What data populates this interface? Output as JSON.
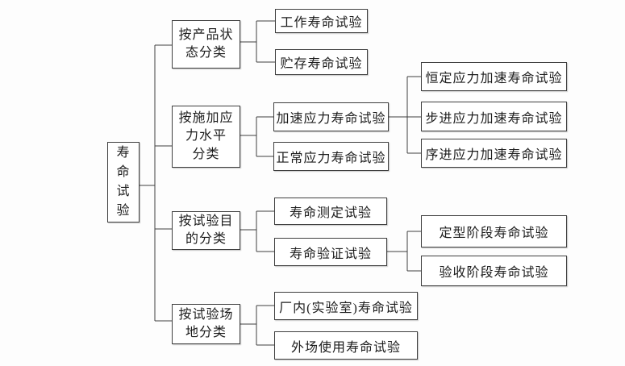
{
  "tree": {
    "root": {
      "label": "寿命试验"
    },
    "branches": [
      {
        "label": "按产品状态分类",
        "lines": [
          "按产品状",
          "态分类"
        ],
        "children": [
          {
            "label": "工作寿命试验"
          },
          {
            "label": "贮存寿命试验"
          }
        ]
      },
      {
        "label": "按施加应力水平分类",
        "lines": [
          "按施加应",
          "力水平",
          "分类"
        ],
        "children": [
          {
            "label": "加速应力寿命试验",
            "children": [
              {
                "label": "恒定应力加速寿命试验"
              },
              {
                "label": "步进应力加速寿命试验"
              },
              {
                "label": "序进应力加速寿命试验"
              }
            ]
          },
          {
            "label": "正常应力寿命试验"
          }
        ]
      },
      {
        "label": "按试验目的分类",
        "lines": [
          "按试验目",
          "的分类"
        ],
        "children": [
          {
            "label": "寿命测定试验"
          },
          {
            "label": "寿命验证试验",
            "children": [
              {
                "label": "定型阶段寿命试验"
              },
              {
                "label": "验收阶段寿命试验"
              }
            ]
          }
        ]
      },
      {
        "label": "按试验场地分类",
        "lines": [
          "按试验场",
          "地分类"
        ],
        "children": [
          {
            "label": "厂内(实验室)寿命试验"
          },
          {
            "label": "外场使用寿命试验"
          }
        ]
      }
    ],
    "colors": {
      "line": "#3f3f3f",
      "border": "#3f3f3f",
      "text": "#1c1c1c",
      "background": "#fdfdfd"
    }
  }
}
